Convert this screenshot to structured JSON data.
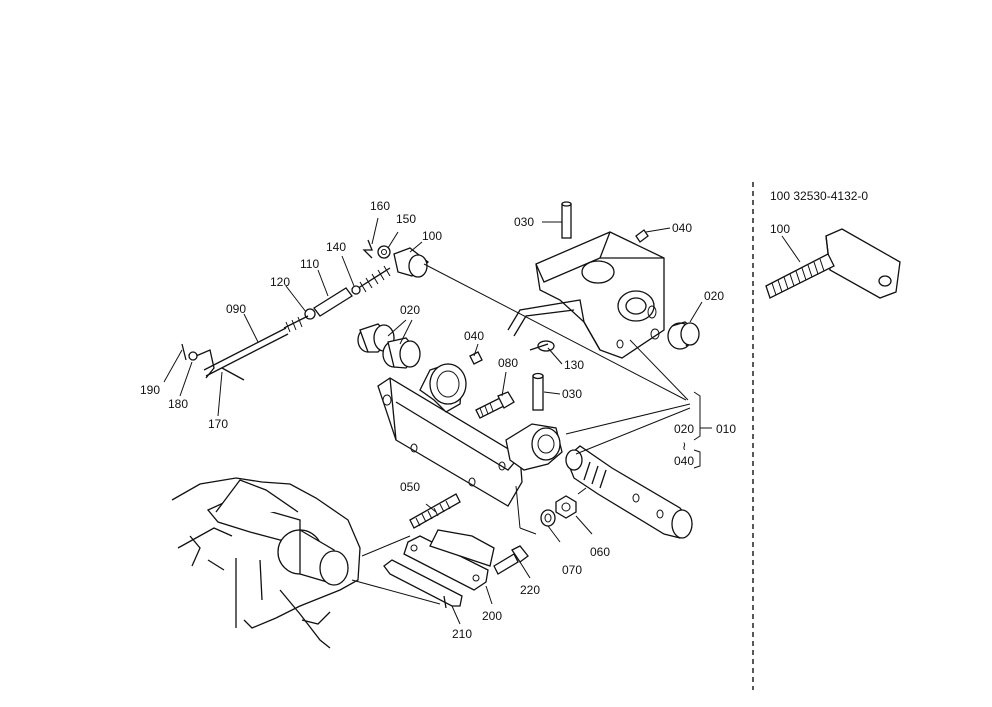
{
  "diagram": {
    "inset_header": "100 32530-4132-0",
    "inset_label": "100",
    "callouts": {
      "c160": "160",
      "c150": "150",
      "c100": "100",
      "c140": "140",
      "c110": "110",
      "c120": "120",
      "c090": "090",
      "c190": "190",
      "c180": "180",
      "c170": "170",
      "c020a": "020",
      "c040a": "040",
      "c080": "080",
      "c030a": "030",
      "c130": "130",
      "c030b": "030",
      "c040b": "040",
      "c020b": "020",
      "c010": "010",
      "c020c": "020",
      "c040c": "040",
      "c050": "050",
      "c070": "070",
      "c060": "060",
      "c220": "220",
      "c200": "200",
      "c210": "210"
    }
  }
}
